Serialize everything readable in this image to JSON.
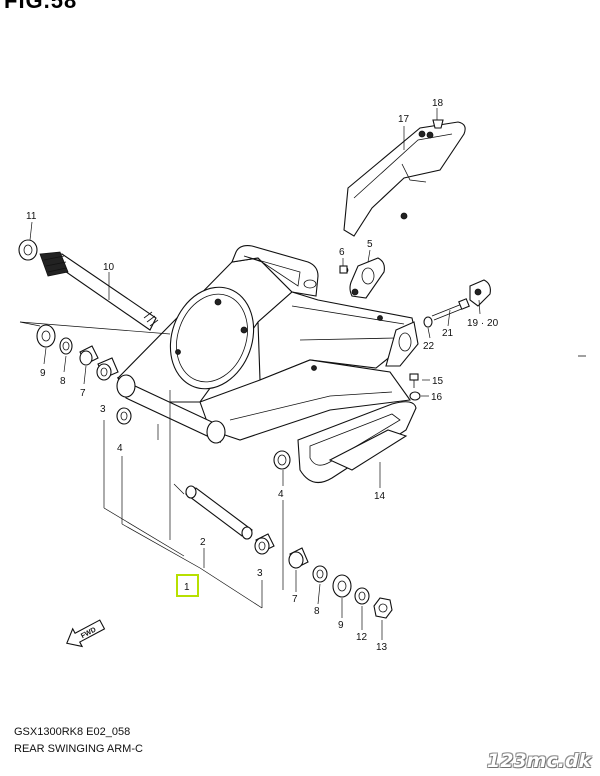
{
  "figure": {
    "title": "FIG.58"
  },
  "footer": {
    "model_code": "GSX1300RK8 E02_058",
    "sheet_name": "REAR SWINGING ARM-C",
    "watermark": "123mc.dk"
  },
  "fwd_label": "FWD",
  "highlighted_part": "1",
  "callouts": [
    {
      "id": "c18",
      "label": "18"
    },
    {
      "id": "c17",
      "label": "17"
    },
    {
      "id": "c11",
      "label": "11"
    },
    {
      "id": "c10",
      "label": "10"
    },
    {
      "id": "c6",
      "label": "6"
    },
    {
      "id": "c5",
      "label": "5"
    },
    {
      "id": "c21",
      "label": "21"
    },
    {
      "id": "c1920",
      "label": "19 · 20"
    },
    {
      "id": "c22",
      "label": "22"
    },
    {
      "id": "c9a",
      "label": "9"
    },
    {
      "id": "c8a",
      "label": "8"
    },
    {
      "id": "c7a",
      "label": "7"
    },
    {
      "id": "c3a",
      "label": "3"
    },
    {
      "id": "c4a",
      "label": "4"
    },
    {
      "id": "c15",
      "label": "15"
    },
    {
      "id": "c16",
      "label": "16"
    },
    {
      "id": "c14",
      "label": "14"
    },
    {
      "id": "c4b",
      "label": "4"
    },
    {
      "id": "c2",
      "label": "2"
    },
    {
      "id": "c3b",
      "label": "3"
    },
    {
      "id": "c1",
      "label": "1"
    },
    {
      "id": "c7b",
      "label": "7"
    },
    {
      "id": "c8b",
      "label": "8"
    },
    {
      "id": "c9b",
      "label": "9"
    },
    {
      "id": "c12",
      "label": "12"
    },
    {
      "id": "c13",
      "label": "13"
    }
  ]
}
